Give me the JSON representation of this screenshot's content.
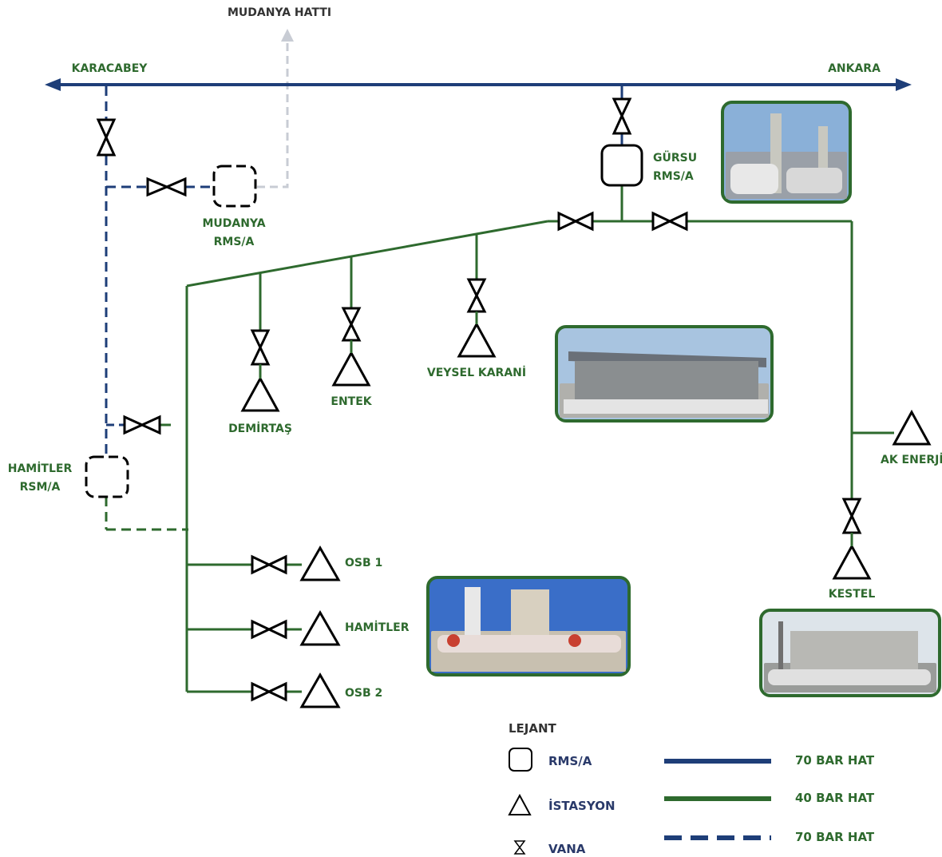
{
  "labels": {
    "mudanya_hatti": "MUDANYA HATTI",
    "karacabey": "KARACABEY",
    "ankara": "ANKARA",
    "gursu_line1": "GÜRSU",
    "gursu_line2": "RMS/A",
    "mudanya_rms_line1": "MUDANYA",
    "mudanya_rms_line2": "RMS/A",
    "demirtas": "DEMİRTAŞ",
    "entek": "ENTEK",
    "veysel_karani": "VEYSEL KARANİ",
    "ak_enerji": "AK ENERJİ",
    "kestel": "KESTEL",
    "hamitler_rsm_line1": "HAMİTLER",
    "hamitler_rsm_line2": "RSM/A",
    "osb1": "OSB 1",
    "hamitler": "HAMİTLER",
    "osb2": "OSB 2"
  },
  "legend": {
    "title": "LEJANT",
    "rms": "RMS/A",
    "istasyon": "İSTASYON",
    "vana": "VANA",
    "line_70_solid": "70 BAR HAT",
    "line_40_solid": "40 BAR HAT",
    "line_70_dashed": "70 BAR HAT"
  },
  "colors": {
    "line_70_bar": "#1e3e78",
    "line_40_bar": "#2e6a2e",
    "mudanya_line": "#c8ccd4",
    "photo_frame": "#2e6a2e"
  },
  "icons": [
    "vana-icon",
    "istasyon-icon",
    "rms-icon"
  ]
}
